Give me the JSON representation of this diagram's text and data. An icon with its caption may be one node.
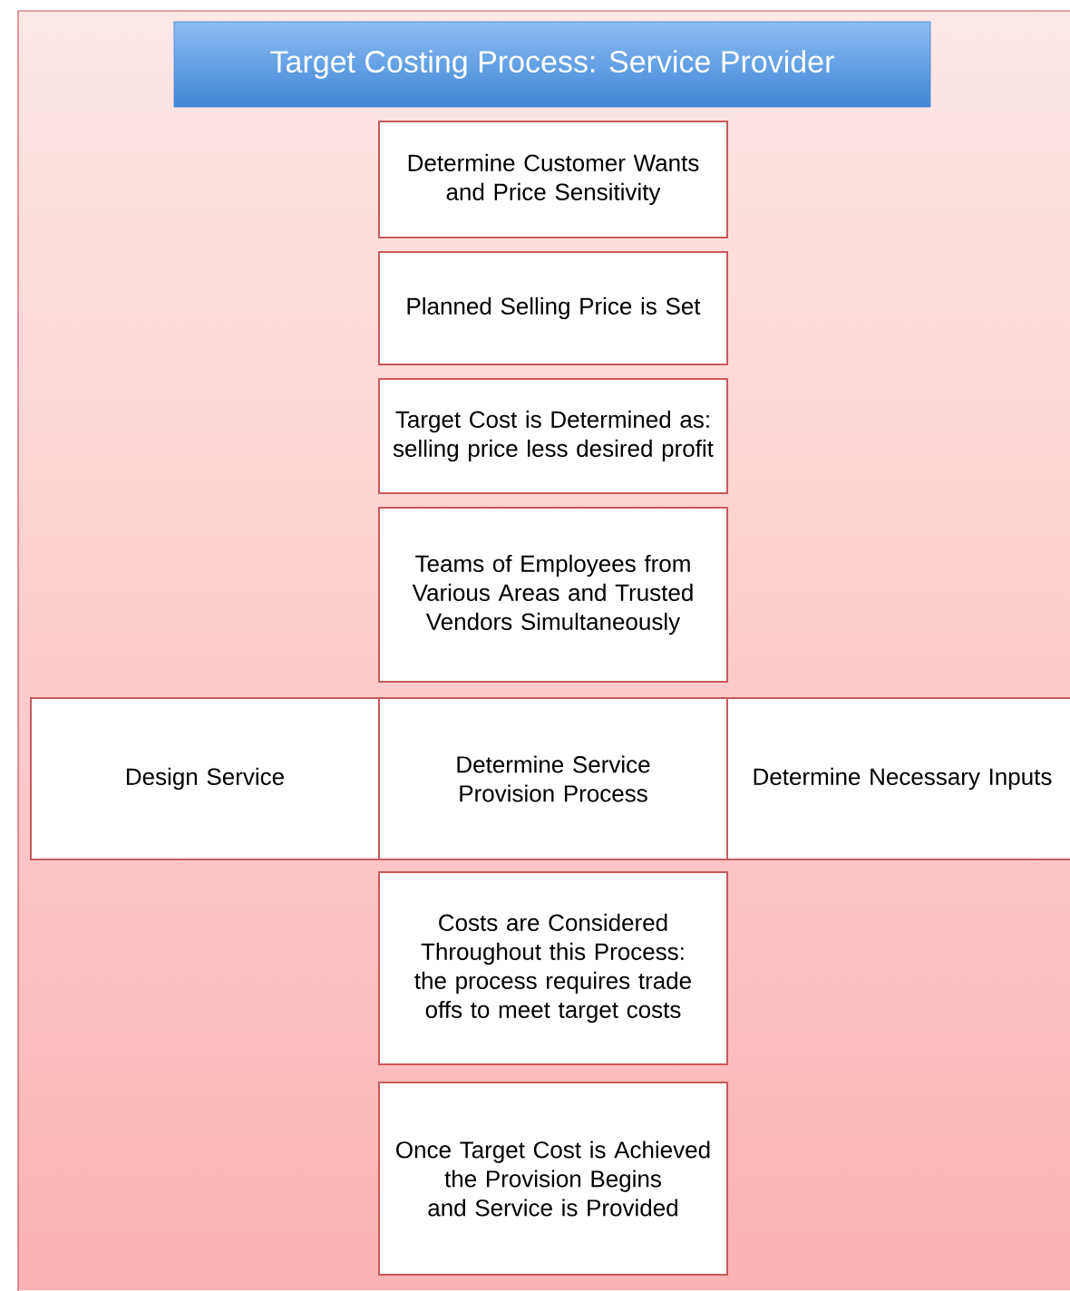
{
  "diagram": {
    "title": "Target Costing Process: Service Provider",
    "nodes": [
      {
        "text": [
          "Determine Customer Wants and Price Sensitivity"
        ]
      },
      {
        "text": [
          "Planned Selling Price is Set"
        ]
      },
      {
        "text": [
          "Target Cost is Determined as: selling price less desired profit"
        ]
      },
      {
        "text": [
          "Teams of Employees from Various Areas and Trusted Vendors Simultaneously"
        ]
      },
      {
        "text": [
          "Design Service"
        ]
      },
      {
        "text": [
          "Determine Service Provision Process"
        ]
      },
      {
        "text": [
          "Determine Necessary Inputs"
        ]
      },
      {
        "text": [
          "Costs are Considered Throughout this Process: the process requires trade offs to meet target costs"
        ]
      },
      {
        "text": [
          "Once Target Cost is Achieved the Provision Begins and Service is Provided"
        ]
      }
    ]
  }
}
